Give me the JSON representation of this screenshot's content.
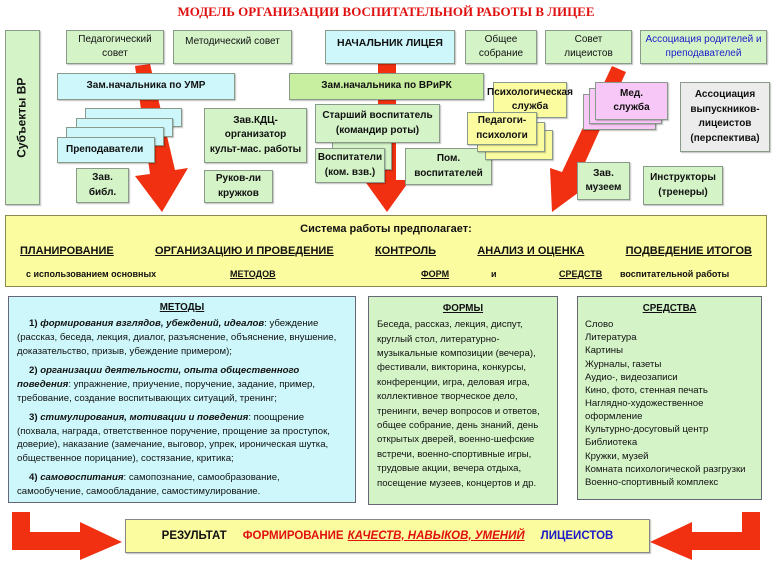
{
  "title": "МОДЕЛЬ ОРГАНИЗАЦИИ ВОСПИТАТЕЛЬНОЙ РАБОТЫ В ЛИЦЕЕ",
  "subjects": "Субъекты ВР",
  "top": {
    "ped_sovet": "Педагогический совет",
    "metod_sovet": "Методический совет",
    "head": "НАЧАЛЬНИК ЛИЦЕЯ",
    "obshee": "Общее собрание",
    "sovet_lic": "Совет лицеистов",
    "assoc_parents": "Ассоциация родителей и преподавателей"
  },
  "deputies": {
    "umr": "Зам.начальника по УМР",
    "vrirk": "Зам.начальника по ВРиРК"
  },
  "staff": {
    "teachers": "Преподаватели",
    "librarian": "Зав. библ.",
    "kdc": "Зав.КДЦ-организатор культ-мас. работы",
    "clubs": "Руков-ли кружков",
    "senior": "Старший воспитатель (командир роты)",
    "educators": "Воспитатели (ком. взв.)",
    "assist": "Пом. воспитателей",
    "psych_service": "Психологическая служба",
    "psychologists": "Педагоги-психологи",
    "med": "Мед. служба",
    "alumni": "Ассоциация выпускников-лицеистов (перспектива)",
    "museum": "Зав. музеем",
    "instructors": "Инструкторы (тренеры)"
  },
  "system": {
    "title": "Система работы  предполагает:",
    "items": [
      "ПЛАНИРОВАНИЕ",
      "ОРГАНИЗАЦИЮ И ПРОВЕДЕНИЕ",
      "КОНТРОЛЬ",
      "АНАЛИЗ И ОЦЕНКА",
      "ПОДВЕДЕНИЕ ИТОГОВ"
    ],
    "row3": {
      "t1": "с  использованием  основных",
      "methods": "МЕТОДОВ",
      "forms": "ФОРМ",
      "and": "и",
      "means": "СРЕДСТВ",
      "t2": "воспитательной работы"
    }
  },
  "methods": {
    "title": "МЕТОДЫ",
    "items": [
      {
        "n": "1)",
        "h": "формирования взглядов, убеждений, идеалов",
        "t": ": убеждение (рассказ, беседа, лекция, диалог,  разъяснение, объяснение, внушение, доказательство, призыв, убеждение примером);"
      },
      {
        "n": "2)",
        "h": "организации деятельности, опыта общественного поведения",
        "t": ": упражнение, приучение, поручение, задание, пример, требование, создание воспитывающих ситуаций, тренинг;"
      },
      {
        "n": "3)",
        "h": "стимулирования, мотивации и поведения",
        "t": ": поощрение (похвала, награда, ответственное поручение, прощение за проступок, доверие), наказание (замечание, выговор, упрек, ироническая шутка, общественное порицание), состязание, критика;"
      },
      {
        "n": "4)",
        "h": "самовоспитания",
        "t": ": самопознание, самообразование, самообучение, самообладание, самостимулирование."
      }
    ]
  },
  "forms": {
    "title": "ФОРМЫ",
    "text": "Беседа, рассказ, лекция, диспут, круглый стол, литературно-музыкальные композиции (вечера), фестивали, викторина, конкурсы, конференции, игра, деловая игра, коллективное творческое дело, тренинги, вечер вопросов и ответов, общее собрание,  день знаний, день открытых дверей, военно-шефские встречи, военно-спортивные игры, трудовые акции, вечера отдыха, посещение музеев, концертов и др."
  },
  "means": {
    "title": "СРЕДСТВА",
    "items": [
      "Слово",
      "Литература",
      "Картины",
      "Журналы, газеты",
      "Аудио-, видеозаписи",
      "Кино, фото, стенная печать",
      "Наглядно-художественное оформление",
      "Культурно-досуговый центр",
      "Библиотека",
      "Кружки, музей",
      "Комната психологической разгрузки",
      "Военно-спортивный комплекс"
    ]
  },
  "result": {
    "label": "РЕЗУЛЬТАТ",
    "forming": "ФОРМИРОВАНИЕ",
    "qualities": "КАЧЕСТВ, НАВЫКОВ, УМЕНИЙ",
    "students": "ЛИЦЕИСТОВ"
  },
  "colors": {
    "arrow": "#f03010",
    "title": "#e01010",
    "blue": "#1a1ac8"
  }
}
